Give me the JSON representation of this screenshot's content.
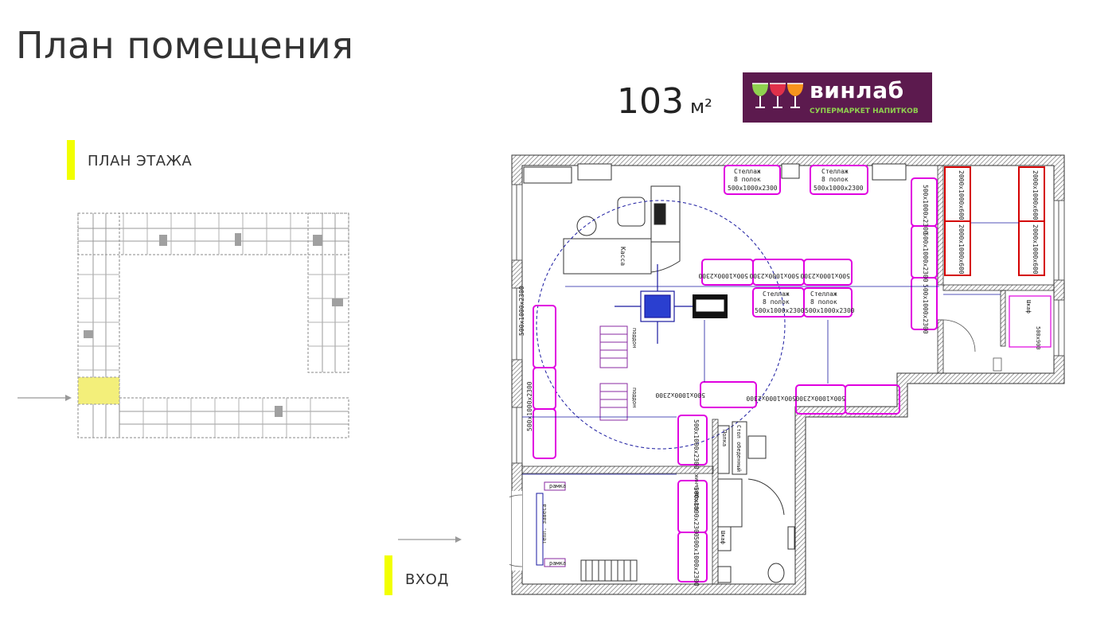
{
  "page": {
    "title": "План помещения",
    "area_value": "103",
    "area_unit": "м²"
  },
  "logo": {
    "brand": "винлаб",
    "tagline": "СУПЕРМАРКЕТ НАПИТКОВ",
    "bg_color": "#5c1a4e",
    "glass_colors": [
      "#8fd14f",
      "#e0304a",
      "#f7941d"
    ]
  },
  "labels": {
    "floor_plan": "ПЛАН ЭТАЖА",
    "entrance": "ВХОД"
  },
  "colors": {
    "marker": "#f2ff00",
    "highlight_unit": "#f3ef7a",
    "rack_outline": "#e000e0",
    "fridge_outline": "#d40000",
    "dimension": "#1a1aa0"
  },
  "racks": {
    "rack_label": "Стеллаж",
    "shelves_label": "8 полок",
    "size_label": "500x1000x2300",
    "fridge_size_label": "2000x1000x600"
  },
  "room_labels": {
    "kassa": "Касса",
    "ramka_top": "рамка",
    "ramka_bottom": "рамка",
    "curtain": "тепл. завеса",
    "polka": "Полка",
    "dining_table": "Стол обеденный",
    "fridge": "Холодильник",
    "wardrobe": "Шкаф",
    "tray_1": "поддон",
    "tray_2": "поддон",
    "cabinet": "Шкаф",
    "cabinet_size": "500x900"
  }
}
